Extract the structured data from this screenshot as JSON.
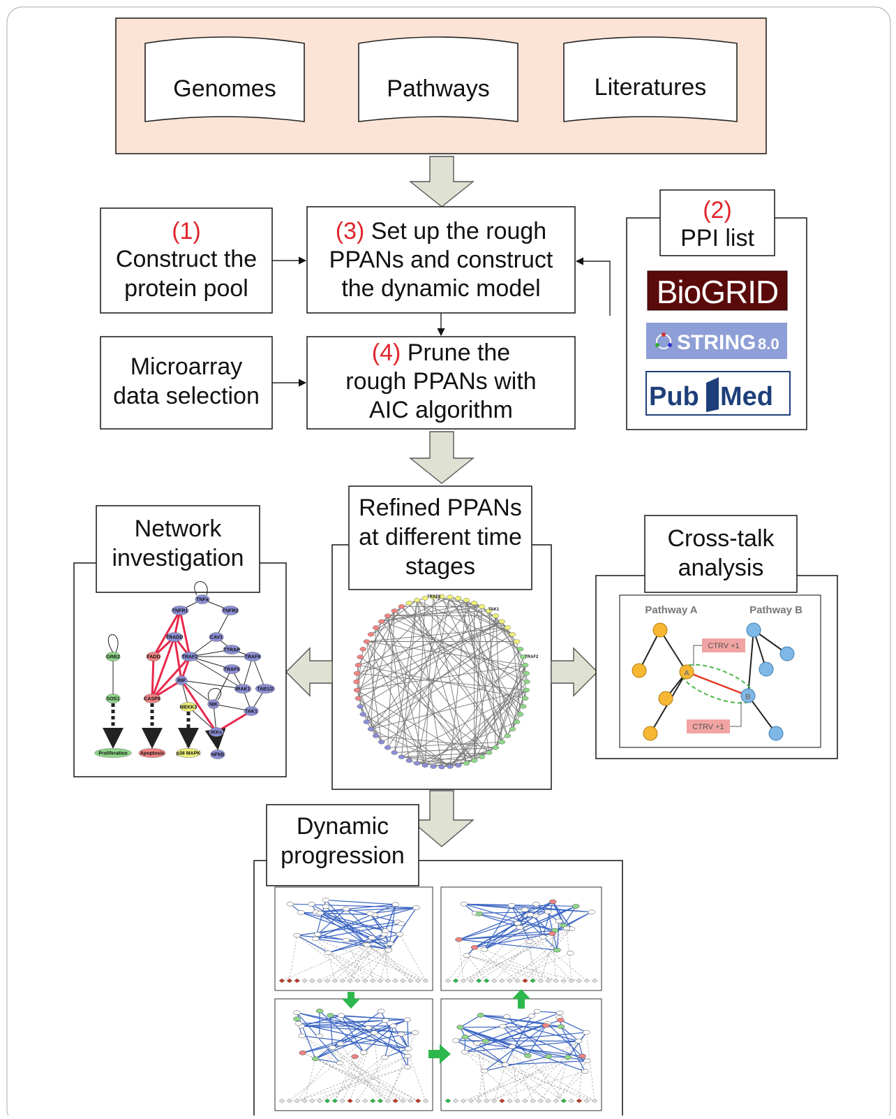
{
  "databases": [
    "Genomes",
    "Pathways",
    "Literatures"
  ],
  "step1": {
    "num": "(1)",
    "line1": "Construct the",
    "line2": "protein pool"
  },
  "step2": {
    "num": "(2)",
    "line1": "PPI list"
  },
  "step3": {
    "num": "(3)",
    "line1": " Set up the rough",
    "line2": "PPANs and construct",
    "line3": "the dynamic model"
  },
  "step4": {
    "num": "(4)",
    "line1": " Prune the",
    "line2": "rough PPANs with",
    "line3": "AIC algorithm"
  },
  "microarray": {
    "line1": "Microarray",
    "line2": "data selection"
  },
  "logos": {
    "biogrid": "BioGRID",
    "string": "STRING",
    "string_ver": "8.0",
    "pubmed_a": "Pub",
    "pubmed_b": "Med"
  },
  "refined": {
    "line1": "Refined PPANs",
    "line2": "at different time",
    "line3": "stages"
  },
  "network": {
    "line1": "Network",
    "line2": "investigation"
  },
  "crosstalk": {
    "line1": "Cross-talk",
    "line2": "analysis",
    "pathway_a": "Pathway A",
    "pathway_b": "Pathway B",
    "ctrv": "CTRV +1",
    "node_a": "A",
    "node_b": "B"
  },
  "dynamic": {
    "line1": "Dynamic",
    "line2": "progression"
  },
  "network_nodes": {
    "tnfa": "TNFa",
    "tnfr1": "TNFR1",
    "tnfr2": "TNFR2",
    "tradd": "TRADD",
    "cav1": "CAV1",
    "ttrap": "TTRAP",
    "traf2": "TRAF2",
    "traf6": "TRAF6",
    "traf5": "TRAF5",
    "fadd": "FADD",
    "grb2": "GRB2",
    "rip": "RIP",
    "irak1": "IRAK1",
    "tab12": "TAB1/2",
    "sos1": "SOS1",
    "casp8": "CASP8",
    "mekk3": "MEKK3",
    "nik": "NIK",
    "tak1": "TAK1",
    "ikks": "IKKs",
    "proliferation": "Proliferation",
    "apoptosis": "Apoptosis",
    "p38": "p38 MAPK",
    "nfkb": "NFkB"
  },
  "circle_labels": {
    "traf6": "TRAF6",
    "tak1": "TAK1",
    "traf2": "TRAF2"
  },
  "colors": {
    "db_panel": "#fbe3d6",
    "arrow_fill": "#dfe2d3",
    "red_text": "#e0262b",
    "node_blue": "#8c8fd6",
    "node_red": "#f08484",
    "node_green": "#8fd68a",
    "node_yellow": "#eef07a",
    "pathway_a": "#f7b733",
    "pathway_b": "#7fb8e6",
    "flow_green": "#2db84d",
    "edge_blue": "#3a64c2"
  }
}
